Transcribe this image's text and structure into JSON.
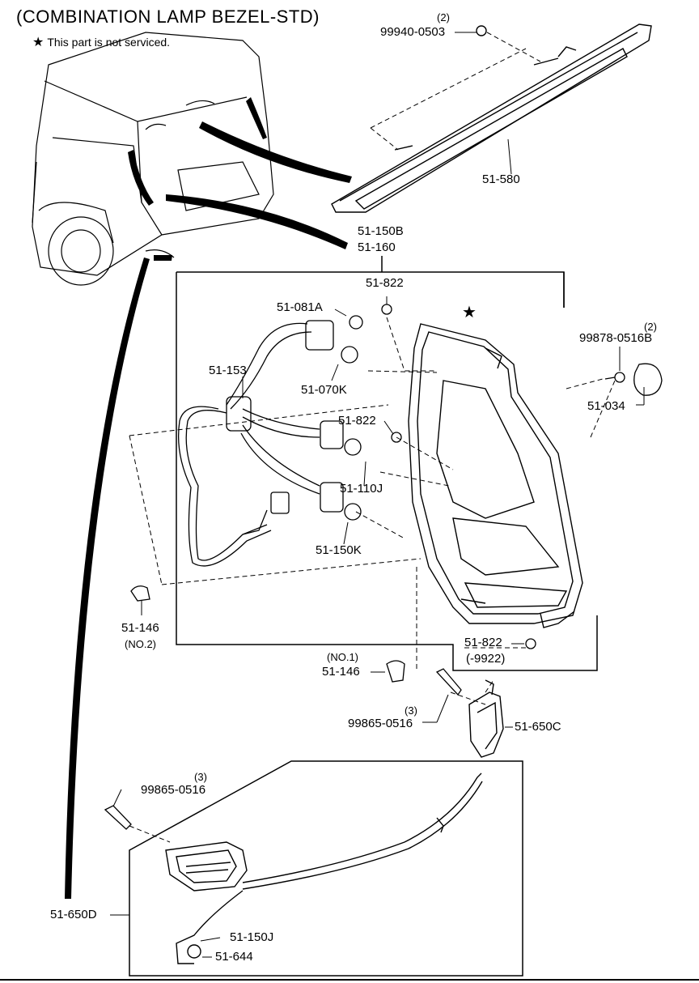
{
  "title": "(COMBINATION LAMP BEZEL-STD)",
  "note": {
    "star_icon": "star",
    "text": "This part is not serviced."
  },
  "labels": {
    "qty_2_a": "(2)",
    "p99940_0503": "99940-0503",
    "p51_580": "51-580",
    "p51_150B": "51-150B",
    "p51_160": "51-160",
    "p51_822_a": "51-822",
    "p51_081A": "51-081A",
    "p51_153": "51-153",
    "p51_070K": "51-070K",
    "p51_822_b": "51-822",
    "p51_110J": "51-110J",
    "p51_150K": "51-150K",
    "qty_2_b": "(2)",
    "p99878_0516B": "99878-0516B",
    "p51_034": "51-034",
    "p51_146_a": "51-146",
    "no2": "(NO.2)",
    "p51_822_c": "51-822",
    "serial_9922": "(-9922)",
    "no1": "(NO.1)",
    "p51_146_b": "51-146",
    "qty_3_a": "(3)",
    "p99865_0516_a": "99865-0516",
    "p51_650C": "51-650C",
    "qty_3_b": "(3)",
    "p99865_0516_b": "99865-0516",
    "p51_650D": "51-650D",
    "p51_150J": "51-150J",
    "p51_644": "51-644"
  }
}
